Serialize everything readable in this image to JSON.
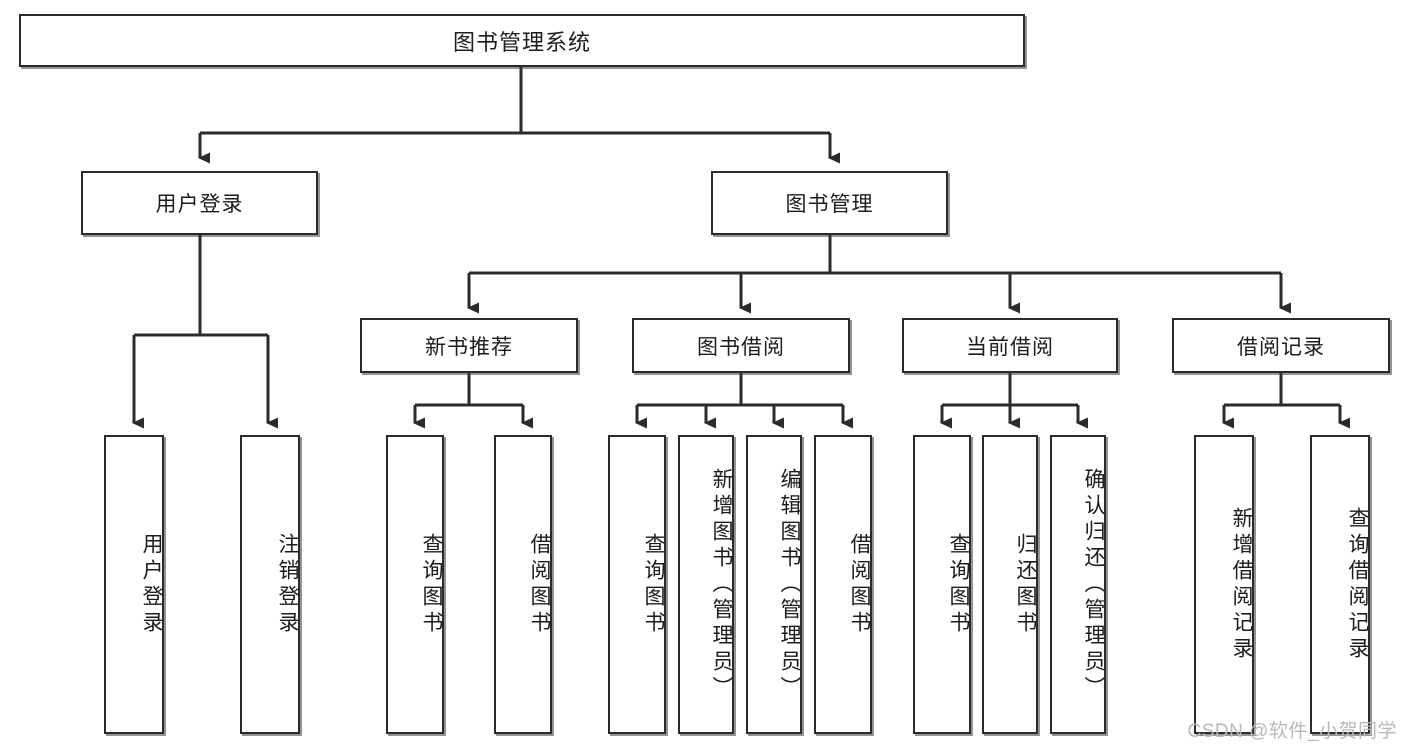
{
  "diagram": {
    "type": "tree-hierarchy",
    "title": "图书管理系统",
    "watermark": "CSDN @软件_小贺同学",
    "colors": {
      "stroke": "#2b2b2b",
      "fill": "#ffffff",
      "text": "#1c1c1c",
      "watermark": "#b9b9b9"
    },
    "nodes": {
      "root": {
        "label": "图书管理系统"
      },
      "level2": [
        {
          "id": "user-login",
          "label": "用户登录"
        },
        {
          "id": "book-management",
          "label": "图书管理"
        }
      ],
      "level3": [
        {
          "id": "new-book-recommend",
          "label": "新书推荐"
        },
        {
          "id": "book-borrow",
          "label": "图书借阅"
        },
        {
          "id": "current-borrow",
          "label": "当前借阅"
        },
        {
          "id": "borrow-record",
          "label": "借阅记录"
        }
      ],
      "leaves": {
        "user-login": [
          {
            "id": "leaf-user-login",
            "label": "用户登录"
          },
          {
            "id": "leaf-user-logout",
            "label": "注销登录"
          }
        ],
        "new-book-recommend": [
          {
            "id": "leaf-query-book-1",
            "label": "查询图书"
          },
          {
            "id": "leaf-borrow-book-1",
            "label": "借阅图书"
          }
        ],
        "book-borrow": [
          {
            "id": "leaf-query-book-2",
            "label": "查询图书"
          },
          {
            "id": "leaf-add-book",
            "label": "新增图书（管理员）"
          },
          {
            "id": "leaf-edit-book",
            "label": "编辑图书（管理员）"
          },
          {
            "id": "leaf-borrow-book-2",
            "label": "借阅图书"
          }
        ],
        "current-borrow": [
          {
            "id": "leaf-query-book-3",
            "label": "查询图书"
          },
          {
            "id": "leaf-return-book",
            "label": "归还图书"
          },
          {
            "id": "leaf-confirm-return",
            "label": "确认归还（管理员）"
          }
        ],
        "borrow-record": [
          {
            "id": "leaf-add-record",
            "label": "新增借阅记录"
          },
          {
            "id": "leaf-query-record",
            "label": "查询借阅记录"
          }
        ]
      }
    }
  }
}
